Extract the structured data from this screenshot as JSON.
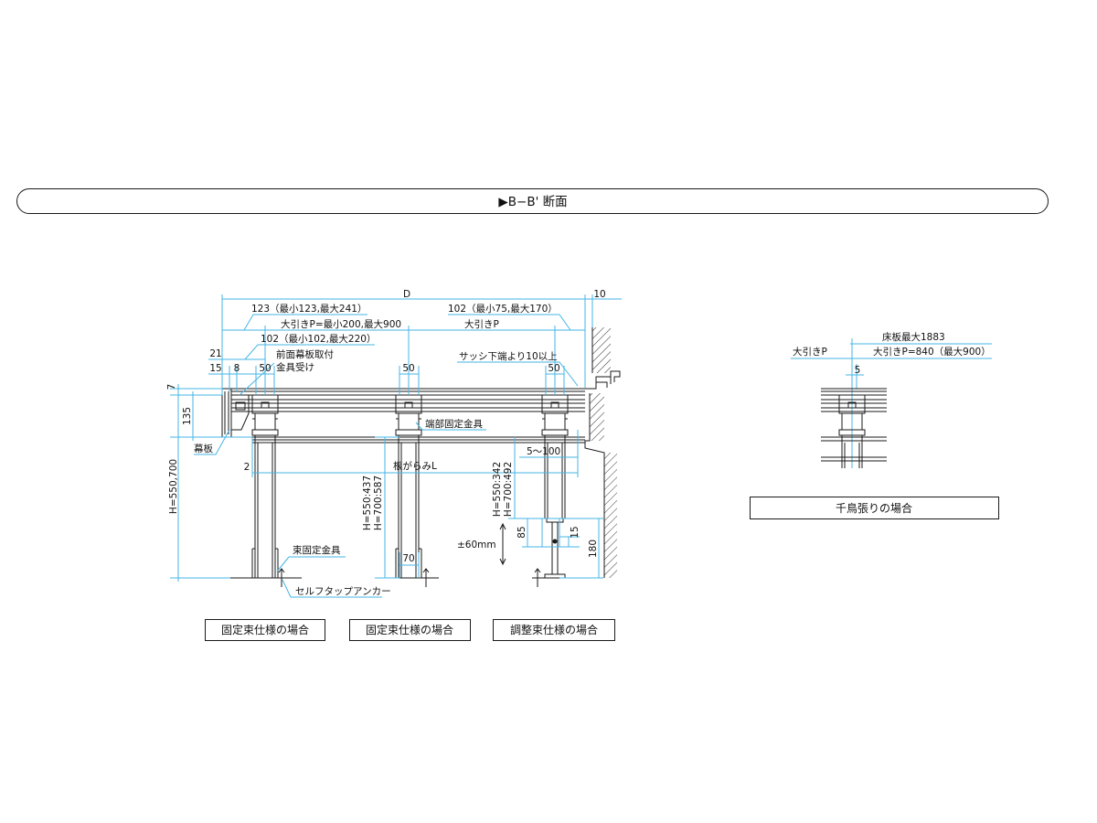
{
  "header": {
    "title": "▶B−B' 断面"
  },
  "main_section": {
    "dim_d": "D",
    "dim_10": "10",
    "dim_front_offset": "123（最小123,最大241）",
    "dim_rear_offset": "102（最小75,最大170）",
    "dim_pitch_left": "大引きP=最小200,最大900",
    "dim_pitch_right": "大引きP",
    "dim_fascia_offset": "102（最小102,最大220）",
    "dim_21": "21",
    "dim_15": "15",
    "dim_8": "8",
    "dim_post_width": [
      "50",
      "50",
      "50"
    ],
    "dim_board_7": "7",
    "dim_135": "135",
    "dim_2": "2",
    "dim_height_total": "H=550,700",
    "dim_height_fixed": [
      "H=550:437",
      "H=700:587"
    ],
    "dim_height_adjustable": [
      "H=550:342",
      "H=700:492"
    ],
    "dim_gap": "5〜100",
    "dim_85": "85",
    "dim_15_adjuster": "15",
    "dim_180": "180",
    "dim_adjust_range": "±60mm",
    "dim_70": "70",
    "label_fascia_bracket": [
      "前面幕板取付",
      "金具受け"
    ],
    "label_sash": "サッシ下端より10以上",
    "label_end_bracket": "端部固定金具",
    "label_fascia": "幕板",
    "label_brace": "根がらみL",
    "label_post_bracket": "束固定金具",
    "label_anchor": "セルフタップアンカー"
  },
  "captions": [
    "固定束仕様の場合",
    "固定束仕様の場合",
    "調整束仕様の場合"
  ],
  "staggered_section": {
    "dim_board_max": "床板最大1883",
    "dim_pitch": "大引きP",
    "dim_pitch_value": "大引きP=840（最大900）",
    "dim_5": "5",
    "caption": "千鳥張りの場合"
  },
  "colors": {
    "dimension": "#45b5e5",
    "structure": "#1a1a1a"
  }
}
